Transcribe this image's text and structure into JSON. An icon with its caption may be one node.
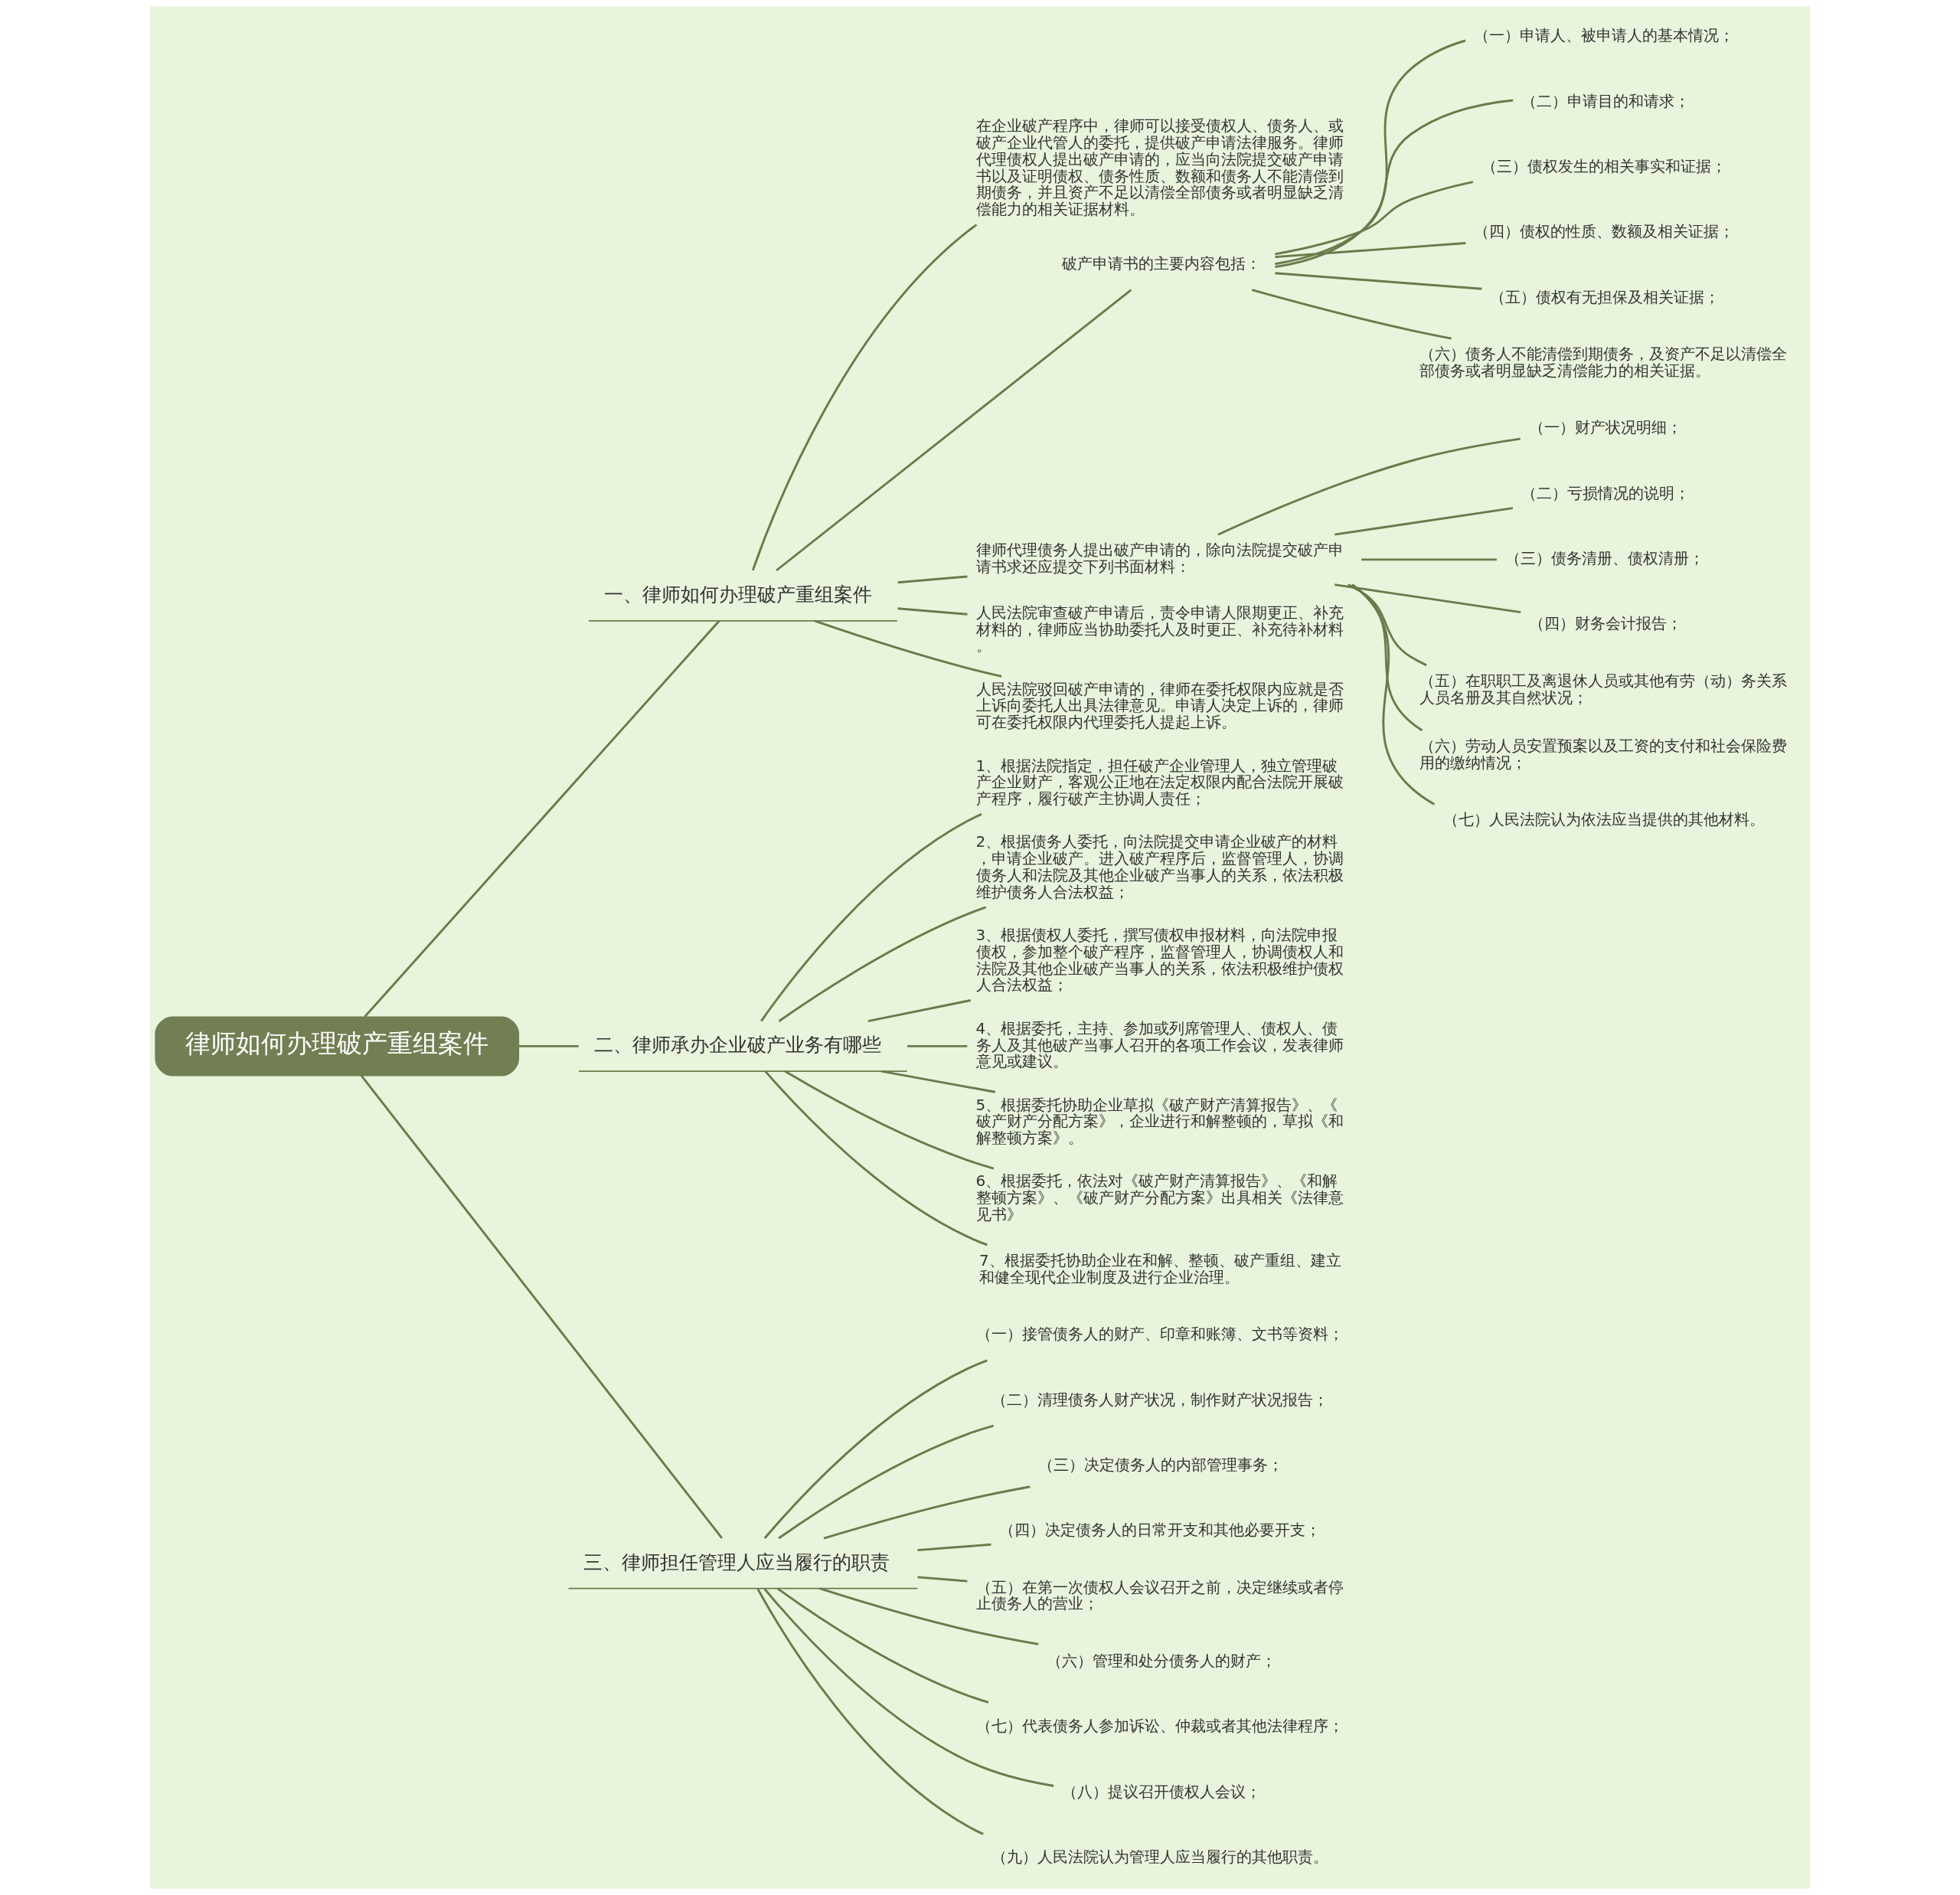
{
  "diagram": {
    "nodes": [
      {
        "text": [
          "律师如何办理破产重组案件"
        ]
      },
      {
        "text": [
          "一、律师如何办理破产重组案件"
        ]
      },
      {
        "text": [
          "在企业破产程序中，律师可以接受债权人、债务人、或破产企业代管人的委托，提供破产申请法律服务。律师代理债权人提出破产申请的，应当向法院提交破产申请书以及证明债权、债务性质、数额和债务人不能清偿到期债务，并且资产不足以清偿全部债务或者明显缺乏清偿能力的相关证据材料。"
        ]
      },
      {
        "text": [
          "破产申请书的主要内容包括："
        ]
      },
      {
        "text": [
          "（一）申请人、被申请人的基本情况；"
        ]
      },
      {
        "text": [
          "（二）申请目的和请求；"
        ]
      },
      {
        "text": [
          "（三）债权发生的相关事实和证据；"
        ]
      },
      {
        "text": [
          "（四）债权的性质、数额及相关证据；"
        ]
      },
      {
        "text": [
          "（五）债权有无担保及相关证据；"
        ]
      },
      {
        "text": [
          "（六）债务人不能清偿到期债务，及资产不足以清偿全部债务或者明显缺乏清偿能力的相关证据。"
        ]
      },
      {
        "text": [
          "律师代理债务人提出破产申请的，除向法院提交破产申请书求还应提交下列书面材料："
        ]
      },
      {
        "text": [
          "（一）财产状况明细；"
        ]
      },
      {
        "text": [
          "（二）亏损情况的说明；"
        ]
      },
      {
        "text": [
          "（三）债务清册、债权清册；"
        ]
      },
      {
        "text": [
          "（四）财务会计报告；"
        ]
      },
      {
        "text": [
          "（五）在职职工及离退休人员或其他有劳（动）务关系人员名册及其自然状况；"
        ]
      },
      {
        "text": [
          "（六）劳动人员安置预案以及工资的支付和社会保险费用的缴纳情况；"
        ]
      },
      {
        "text": [
          "（七）人民法院认为依法应当提供的其他材料。"
        ]
      },
      {
        "text": [
          "人民法院审查破产申请后，责令申请人限期更正、补充材料的，律师应当协助委托人及时更正、补充待补材料。"
        ]
      },
      {
        "text": [
          "人民法院驳回破产申请的，律师在委托权限内应就是否上诉向委托人出具法律意见。申请人决定上诉的，律师可在委托权限内代理委托人提起上诉。"
        ]
      },
      {
        "text": [
          "二、律师承办企业破产业务有哪些"
        ]
      },
      {
        "text": [
          "1、根据法院指定，担任破产企业管理人，独立管理破产企业财产，客观公正地在法定权限内配合法院开展破产程序，履行破产主协调人责任；"
        ]
      },
      {
        "text": [
          "2、根据债务人委托，向法院提交申请企业破产的材料，申请企业破产。进入破产程序后，监督管理人，协调债务人和法院及其他企业破产当事人的关系，依法积极维护债务人合法权益；"
        ]
      },
      {
        "text": [
          "3、根据债权人委托，撰写债权申报材料，向法院申报债权，参加整个破产程序，监督管理人，协调债权人和法院及其他企业破产当事人的关系，依法积极维护债权人合法权益；"
        ]
      },
      {
        "text": [
          "4、根据委托，主持、参加或列席管理人、债权人、债务人及其他破产当事人召开的各项工作会议，发表律师意见或建议。"
        ]
      },
      {
        "text": [
          "5、根据委托协助企业草拟《破产财产清算报告》、《破产财产分配方案》，企业进行和解整顿的，草拟《和解整顿方案》。"
        ]
      },
      {
        "text": [
          "6、根据委托，依法对《破产财产清算报告》、《和解整顿方案》、《破产财产分配方案》出具相关《法律意见书》"
        ]
      },
      {
        "text": [
          "7、根据委托协助企业在和解、整顿、破产重组、建立和健全现代企业制度及进行企业治理。"
        ]
      },
      {
        "text": [
          "三、律师担任管理人应当履行的职责"
        ]
      },
      {
        "text": [
          "（一）接管债务人的财产、印章和账簿、文书等资料；"
        ]
      },
      {
        "text": [
          "（二）清理债务人财产状况，制作财产状况报告；"
        ]
      },
      {
        "text": [
          "（三）决定债务人的内部管理事务；"
        ]
      },
      {
        "text": [
          "（四）决定债务人的日常开支和其他必要开支；"
        ]
      },
      {
        "text": [
          "（五）在第一次债权人会议召开之前，决定继续或者停止债务人的营业；"
        ]
      },
      {
        "text": [
          "（六）管理和处分债务人的财产；"
        ]
      },
      {
        "text": [
          "（七）代表债务人参加诉讼、仲裁或者其他法律程序；"
        ]
      },
      {
        "text": [
          "（八）提议召开债权人会议；"
        ]
      },
      {
        "text": [
          "（九）人民法院认为管理人应当履行的其他职责。"
        ]
      }
    ],
    "edges": [
      {
        "from": 0,
        "to": 1,
        "arrow": "none"
      },
      {
        "from": 1,
        "to": 2,
        "arrow": "none"
      },
      {
        "from": 1,
        "to": 3,
        "arrow": "none"
      },
      {
        "from": 3,
        "to": 4,
        "arrow": "none"
      },
      {
        "from": 3,
        "to": 5,
        "arrow": "none"
      },
      {
        "from": 3,
        "to": 6,
        "arrow": "none"
      },
      {
        "from": 3,
        "to": 7,
        "arrow": "none"
      },
      {
        "from": 3,
        "to": 8,
        "arrow": "none"
      },
      {
        "from": 3,
        "to": 9,
        "arrow": "none"
      },
      {
        "from": 1,
        "to": 10,
        "arrow": "none"
      },
      {
        "from": 10,
        "to": 11,
        "arrow": "none"
      },
      {
        "from": 10,
        "to": 12,
        "arrow": "none"
      },
      {
        "from": 10,
        "to": 13,
        "arrow": "none"
      },
      {
        "from": 10,
        "to": 14,
        "arrow": "none"
      },
      {
        "from": 10,
        "to": 15,
        "arrow": "none"
      },
      {
        "from": 10,
        "to": 16,
        "arrow": "none"
      },
      {
        "from": 10,
        "to": 17,
        "arrow": "none"
      },
      {
        "from": 1,
        "to": 18,
        "arrow": "none"
      },
      {
        "from": 1,
        "to": 19,
        "arrow": "none"
      },
      {
        "from": 0,
        "to": 20,
        "arrow": "none"
      },
      {
        "from": 20,
        "to": 21,
        "arrow": "none"
      },
      {
        "from": 20,
        "to": 22,
        "arrow": "none"
      },
      {
        "from": 20,
        "to": 23,
        "arrow": "none"
      },
      {
        "from": 20,
        "to": 24,
        "arrow": "none"
      },
      {
        "from": 20,
        "to": 25,
        "arrow": "none"
      },
      {
        "from": 20,
        "to": 26,
        "arrow": "none"
      },
      {
        "from": 20,
        "to": 27,
        "arrow": "none"
      },
      {
        "from": 0,
        "to": 28,
        "arrow": "none"
      },
      {
        "from": 28,
        "to": 29,
        "arrow": "none"
      },
      {
        "from": 28,
        "to": 30,
        "arrow": "none"
      },
      {
        "from": 28,
        "to": 31,
        "arrow": "none"
      },
      {
        "from": 28,
        "to": 32,
        "arrow": "none"
      },
      {
        "from": 28,
        "to": 33,
        "arrow": "none"
      },
      {
        "from": 28,
        "to": 34,
        "arrow": "none"
      },
      {
        "from": 28,
        "to": 35,
        "arrow": "none"
      },
      {
        "from": 28,
        "to": 36,
        "arrow": "none"
      },
      {
        "from": 28,
        "to": 37,
        "arrow": "none"
      }
    ]
  }
}
